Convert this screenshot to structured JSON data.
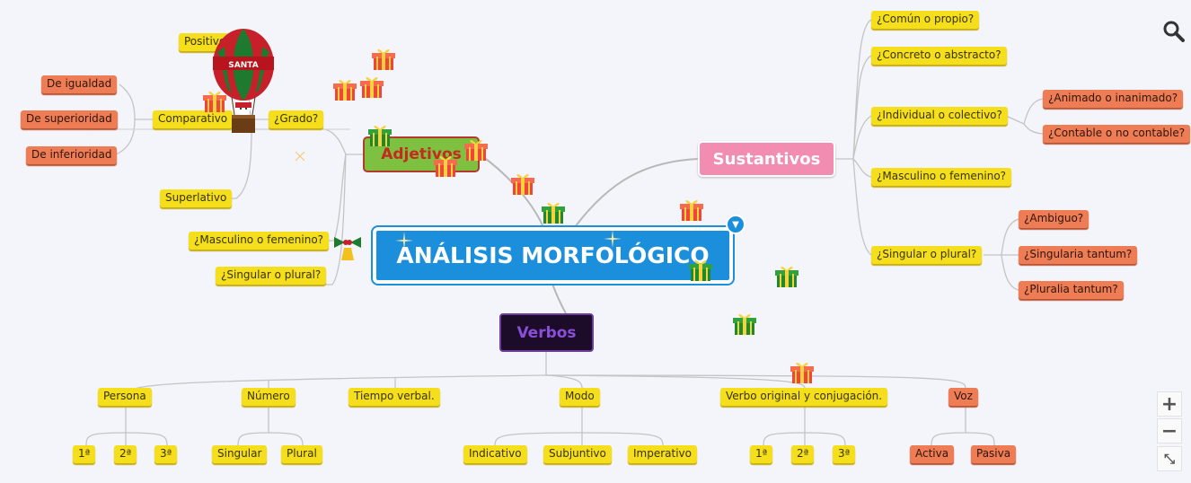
{
  "central": {
    "label": "ANÁLISIS MORFOLÓGICO"
  },
  "branches": {
    "adjetivos": {
      "label": "Adjetivos"
    },
    "sustantivos": {
      "label": "Sustantivos"
    },
    "verbos": {
      "label": "Verbos"
    }
  },
  "adjetivos": {
    "grado": "¿Grado?",
    "positivo": "Positivo",
    "comparativo": "Comparativo",
    "superlativo": "Superlativo",
    "igualdad": "De igualdad",
    "superioridad": "De superioridad",
    "inferioridad": "De inferioridad",
    "genero": "¿Masculino o femenino?",
    "numero": "¿Singular o plural?"
  },
  "sustantivos": {
    "comun": "¿Común o propio?",
    "concreto": "¿Concreto o abstracto?",
    "individual": "¿Individual o colectivo?",
    "animado": "¿Animado o inanimado?",
    "contable": "¿Contable o no contable?",
    "genero": "¿Masculino o femenino?",
    "numero": "¿Singular o plural?",
    "ambiguo": "¿Ambiguo?",
    "singularia": "¿Singularia tantum?",
    "pluralia": "¿Pluralia tantum?"
  },
  "verbos": {
    "persona": "Persona",
    "numero": "Número",
    "tiempo": "Tiempo verbal.",
    "modo": "Modo",
    "original": "Verbo original y conjugación.",
    "voz": "Voz",
    "p1": "1ª",
    "p2": "2ª",
    "p3": "3ª",
    "singular": "Singular",
    "plural": "Plural",
    "indicativo": "Indicativo",
    "subjuntivo": "Subjuntivo",
    "imperativo": "Imperativo",
    "c1": "1ª",
    "c2": "2ª",
    "c3": "3ª",
    "activa": "Activa",
    "pasiva": "Pasiva"
  },
  "balloon": {
    "text": "SANTA"
  },
  "controls": {
    "zoom_in": "+",
    "zoom_out": "−",
    "fit": "⤡",
    "collapse": "▼"
  },
  "icons": {
    "search": "search-icon",
    "gift": "gift-icon",
    "balloon": "hot-air-balloon-icon"
  },
  "colors": {
    "central": "#1b8fdc",
    "topic_yellow": "#f5df1c",
    "topic_orange": "#ee7c55",
    "sustantivos": "#f28cb1",
    "adjetivos": "#7ec040",
    "verbos": "#1c0c2a"
  }
}
